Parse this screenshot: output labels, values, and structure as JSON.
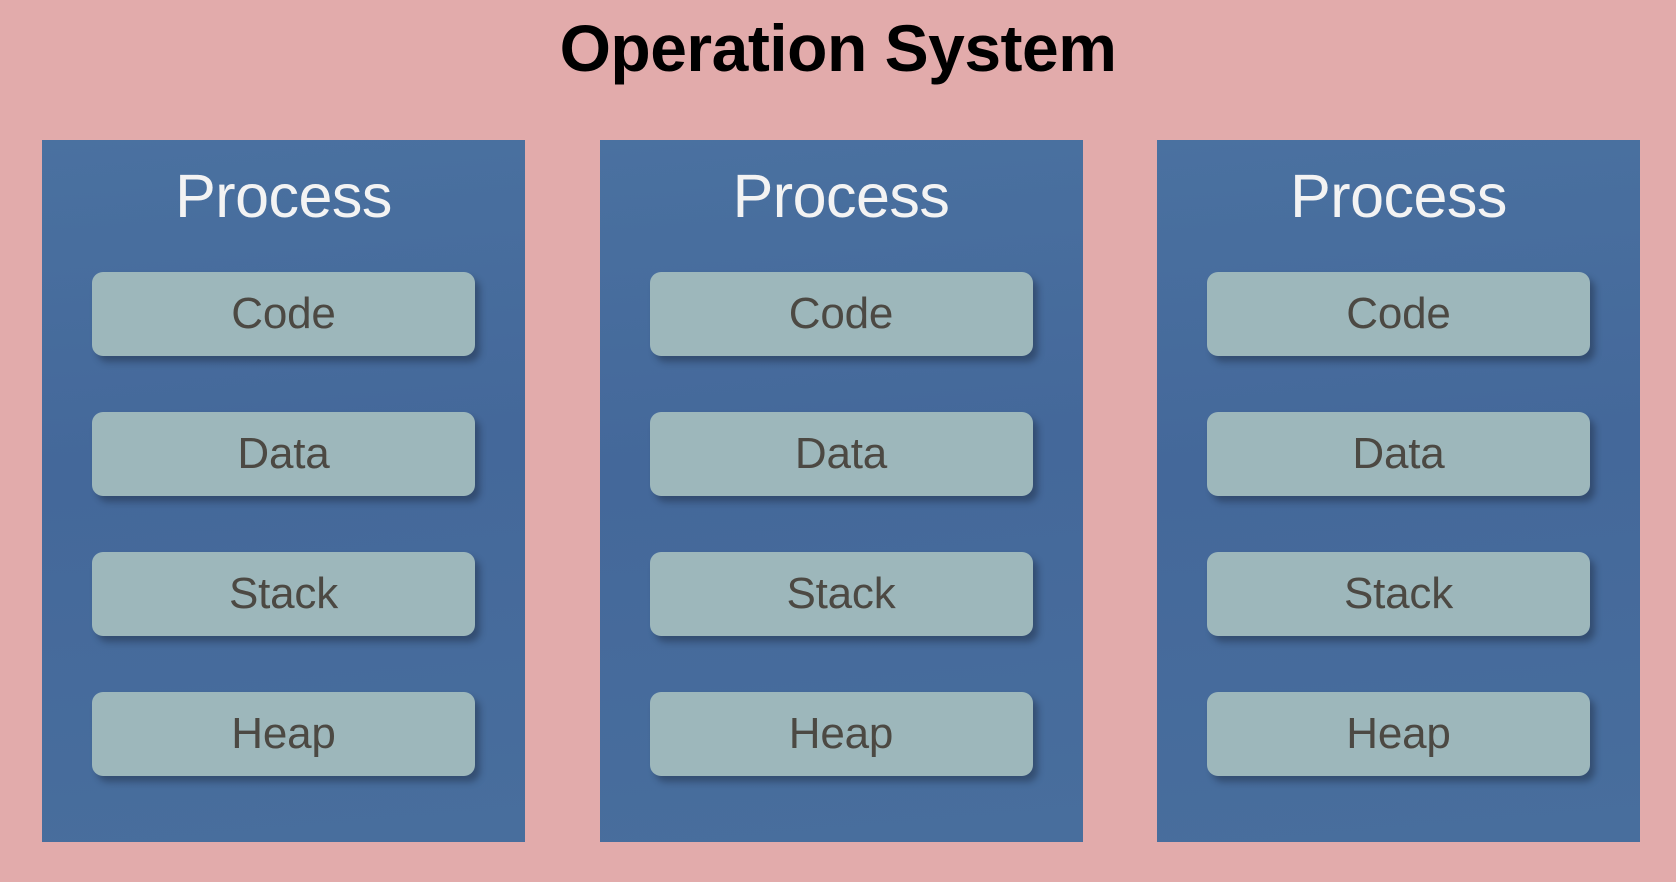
{
  "diagram": {
    "title": "Operation System",
    "background_color": "#e2abab",
    "process_color": "#46699b",
    "segment_color": "#9db7bb",
    "segment_text_color": "#4c4943",
    "process_title_color": "#f3f3f3",
    "title_color": "#000000",
    "processes": [
      {
        "label": "Process",
        "segments": [
          {
            "label": "Code"
          },
          {
            "label": "Data"
          },
          {
            "label": "Stack"
          },
          {
            "label": "Heap"
          }
        ]
      },
      {
        "label": "Process",
        "segments": [
          {
            "label": "Code"
          },
          {
            "label": "Data"
          },
          {
            "label": "Stack"
          },
          {
            "label": "Heap"
          }
        ]
      },
      {
        "label": "Process",
        "segments": [
          {
            "label": "Code"
          },
          {
            "label": "Data"
          },
          {
            "label": "Stack"
          },
          {
            "label": "Heap"
          }
        ]
      }
    ]
  }
}
